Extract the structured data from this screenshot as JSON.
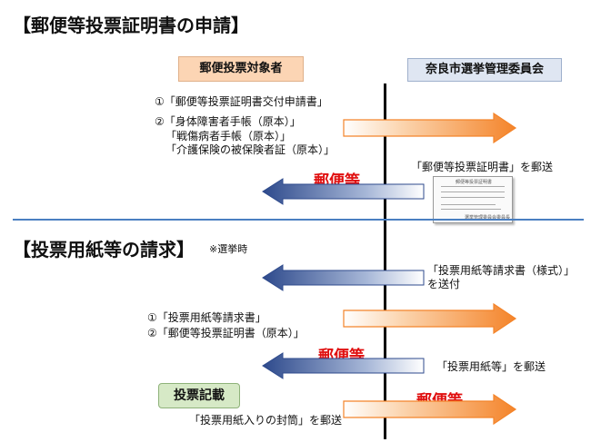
{
  "title_main": "【郵便等投票証明書の申請】",
  "title_second": "【投票用紙等の請求】",
  "note_election": "※選挙時",
  "party_left": "郵便投票対象者",
  "party_right": "奈良市選挙管理委員会",
  "step1_item1": "①「郵便等投票証明書交付申請書」",
  "step1_item2_line1": "②「身体障害者手帳（原本）」",
  "step1_item2_line2": "「戦傷病者手帳（原本）」",
  "step1_item2_line3": "「介護保険の被保険者証（原本）」",
  "mail_label": "郵便等",
  "step2_text": "「郵便等投票証明書」を郵送",
  "doc_title": "郵便等投票証明書",
  "doc_footer": "選挙管理委員会委員長",
  "step3_text_line1": "「投票用紙等請求書（様式）」",
  "step3_text_line2": "を送付",
  "step4_item1": "①「投票用紙等請求書」",
  "step4_item2": "②「郵便等投票証明書（原本）」",
  "step5_text": "「投票用紙等」を郵送",
  "vote_box": "投票記載",
  "step6_text": "「投票用紙入りの封筒」を郵送",
  "colors": {
    "orange_arrow": "#f4842a",
    "blue_arrow": "#2e4a8c",
    "divider": "#4a7fc1",
    "left_box": "#fcd5b4",
    "right_box": "#dfe6f2",
    "vote_box": "#d6e9c6",
    "red_label": "#e01010"
  }
}
